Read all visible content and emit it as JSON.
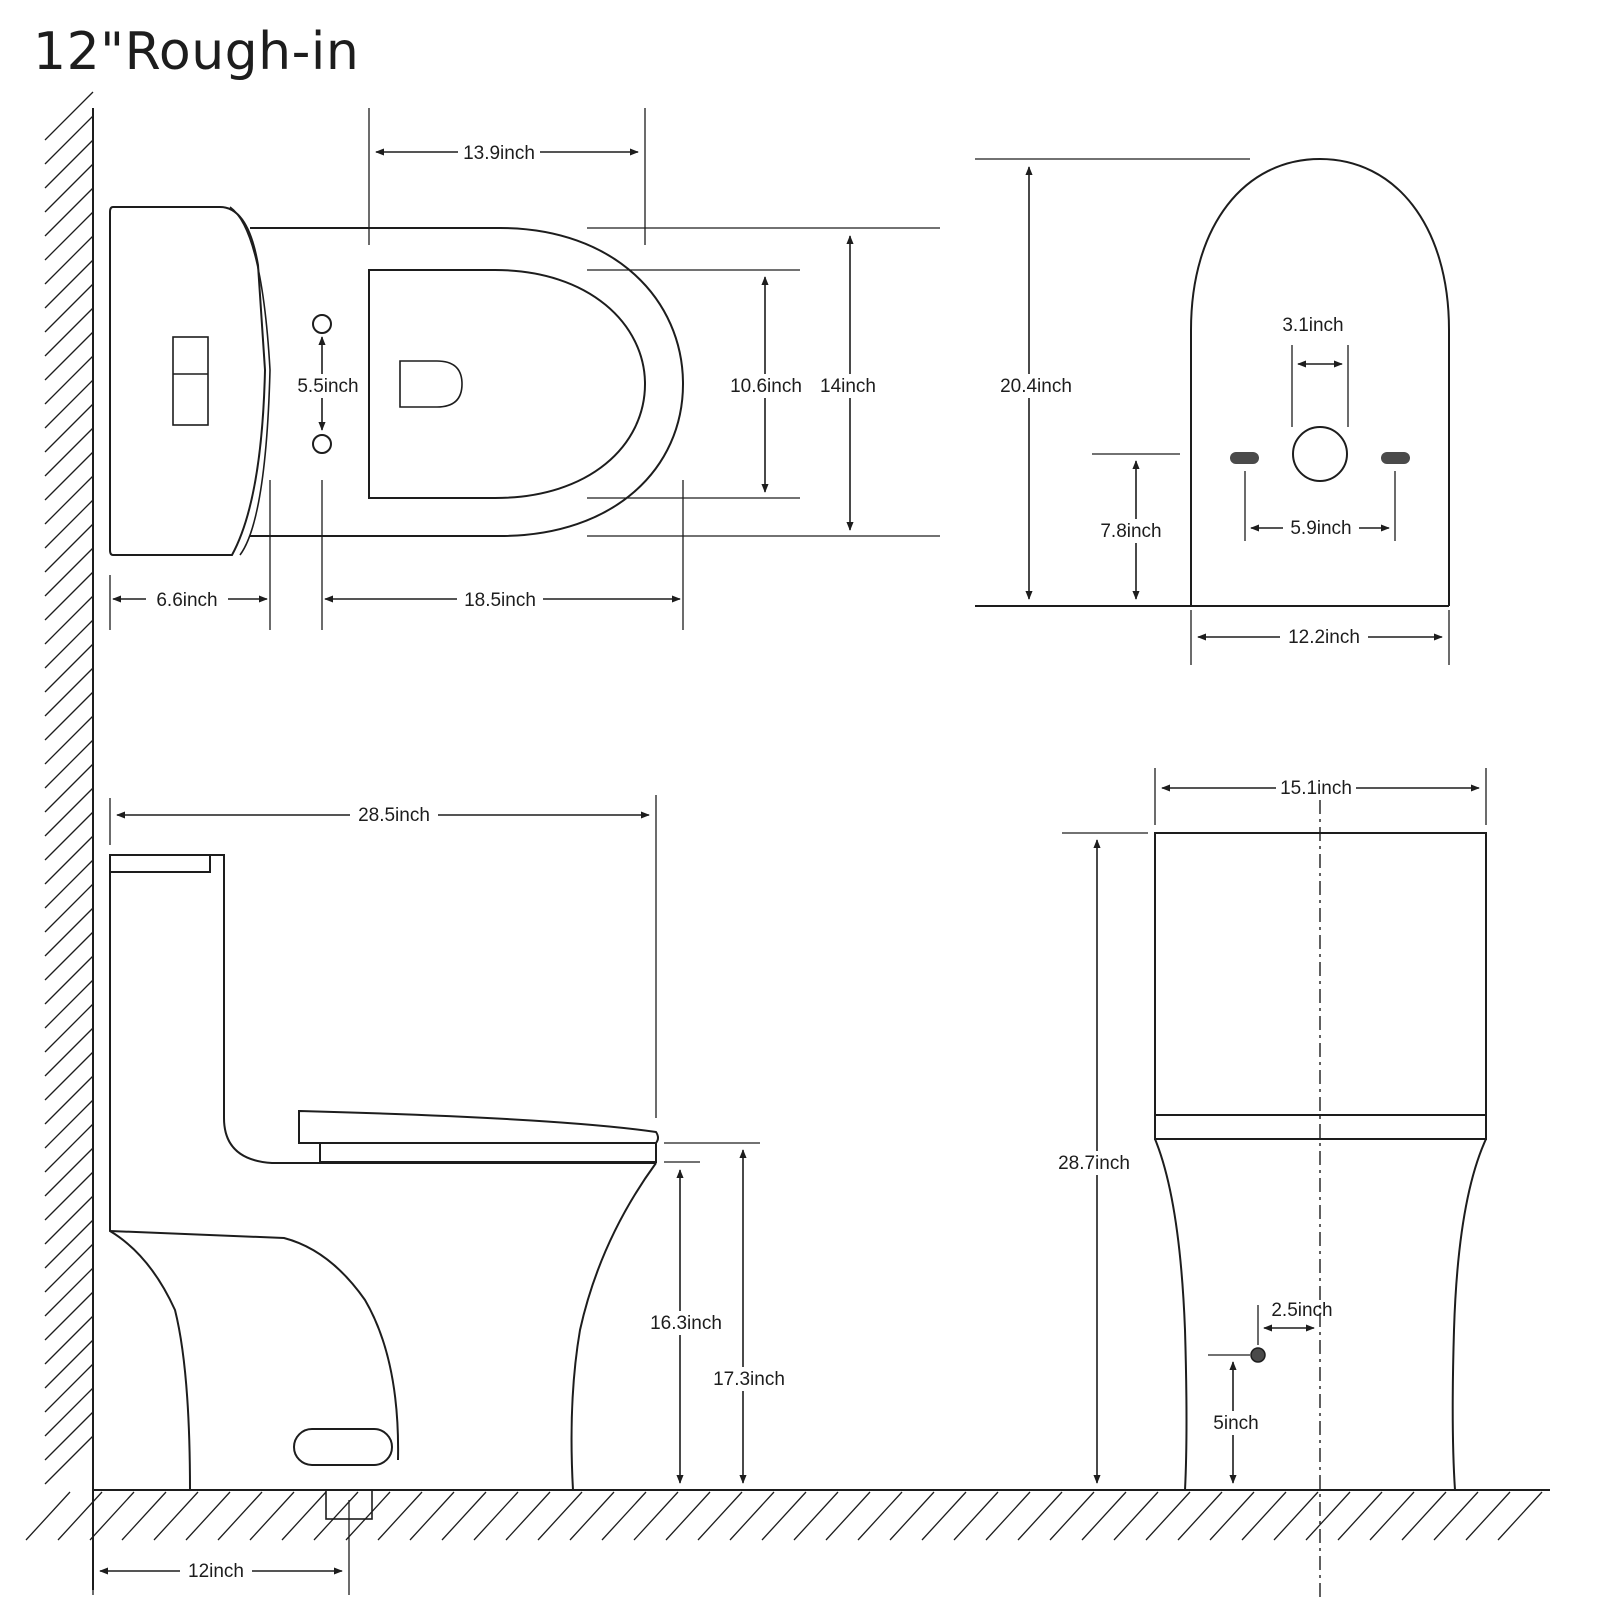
{
  "title": "12\"Rough-in",
  "dimensions": {
    "d_13_9": "13.9inch",
    "d_5_5": "5.5inch",
    "d_10_6": "10.6inch",
    "d_14": "14inch",
    "d_6_6": "6.6inch",
    "d_18_5": "18.5inch",
    "d_20_4": "20.4inch",
    "d_3_1": "3.1inch",
    "d_7_8": "7.8inch",
    "d_5_9": "5.9inch",
    "d_12_2": "12.2inch",
    "d_28_5": "28.5inch",
    "d_16_3": "16.3inch",
    "d_17_3": "17.3inch",
    "d_12": "12inch",
    "d_15_1": "15.1inch",
    "d_28_7": "28.7inch",
    "d_2_5": "2.5inch",
    "d_5": "5inch"
  }
}
